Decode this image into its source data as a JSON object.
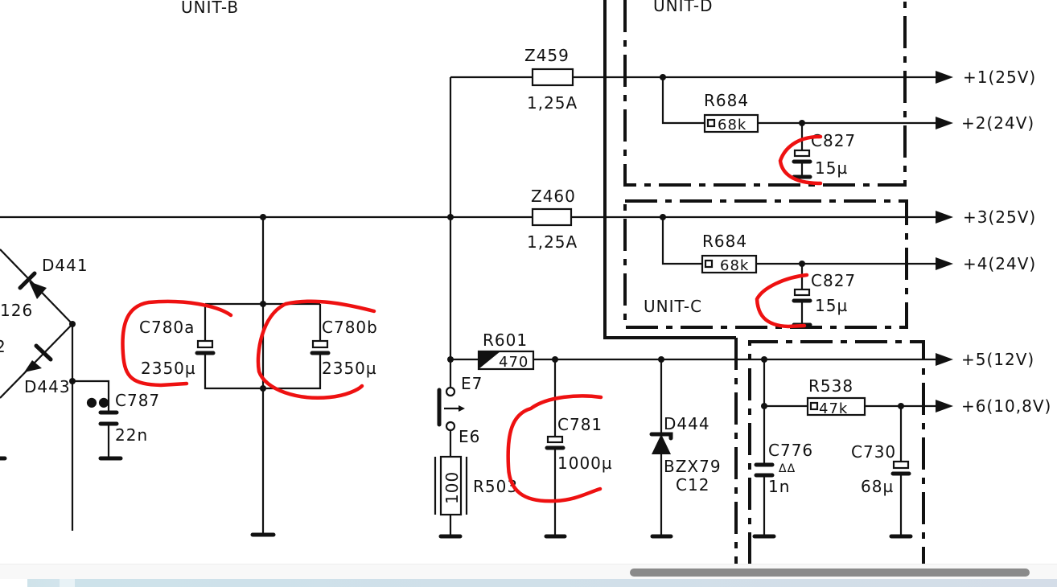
{
  "units": {
    "b": "UNIT-B",
    "d": "UNIT-D",
    "c": "UNIT-C"
  },
  "outputs": [
    "+1(25V)",
    "+2(24V)",
    "+3(25V)",
    "+4(24V)",
    "+5(12V)",
    "+6(10,8V)"
  ],
  "components": {
    "z459": {
      "ref": "Z459",
      "value": "1,25A"
    },
    "z460": {
      "ref": "Z460",
      "value": "1,25A"
    },
    "r684_d": {
      "ref": "R684",
      "value": "68k"
    },
    "r684_c": {
      "ref": "R684",
      "value": "68k"
    },
    "c827_d": {
      "ref": "C827",
      "value": "15µ"
    },
    "c827_c": {
      "ref": "C827",
      "value": "15µ"
    },
    "d441": {
      "ref": "D441"
    },
    "d443": {
      "ref": "D443"
    },
    "partial_left": {
      "a": "126",
      "b": "2"
    },
    "c780a": {
      "ref": "C780a",
      "value": "2350µ"
    },
    "c780b": {
      "ref": "C780b",
      "value": "2350µ"
    },
    "c787": {
      "ref": "C787",
      "value": "22n",
      "mark": "●●"
    },
    "r601": {
      "ref": "R601",
      "value": "470"
    },
    "e7": {
      "ref": "E7"
    },
    "e6": {
      "ref": "E6"
    },
    "r503": {
      "ref": "R503",
      "value": "100"
    },
    "c781": {
      "ref": "C781",
      "value": "1000µ"
    },
    "d444": {
      "ref": "D444",
      "type": "BZX79",
      "variant": "C12"
    },
    "r538": {
      "ref": "R538",
      "value": "47k"
    },
    "c776": {
      "ref": "C776",
      "mark": "ΔΔ",
      "value": "1n"
    },
    "c730": {
      "ref": "C730",
      "value": "68µ"
    }
  },
  "colors": {
    "annotation": "#ee1111",
    "ink": "#111111",
    "scroll_thumb": "#8a8a8a"
  }
}
